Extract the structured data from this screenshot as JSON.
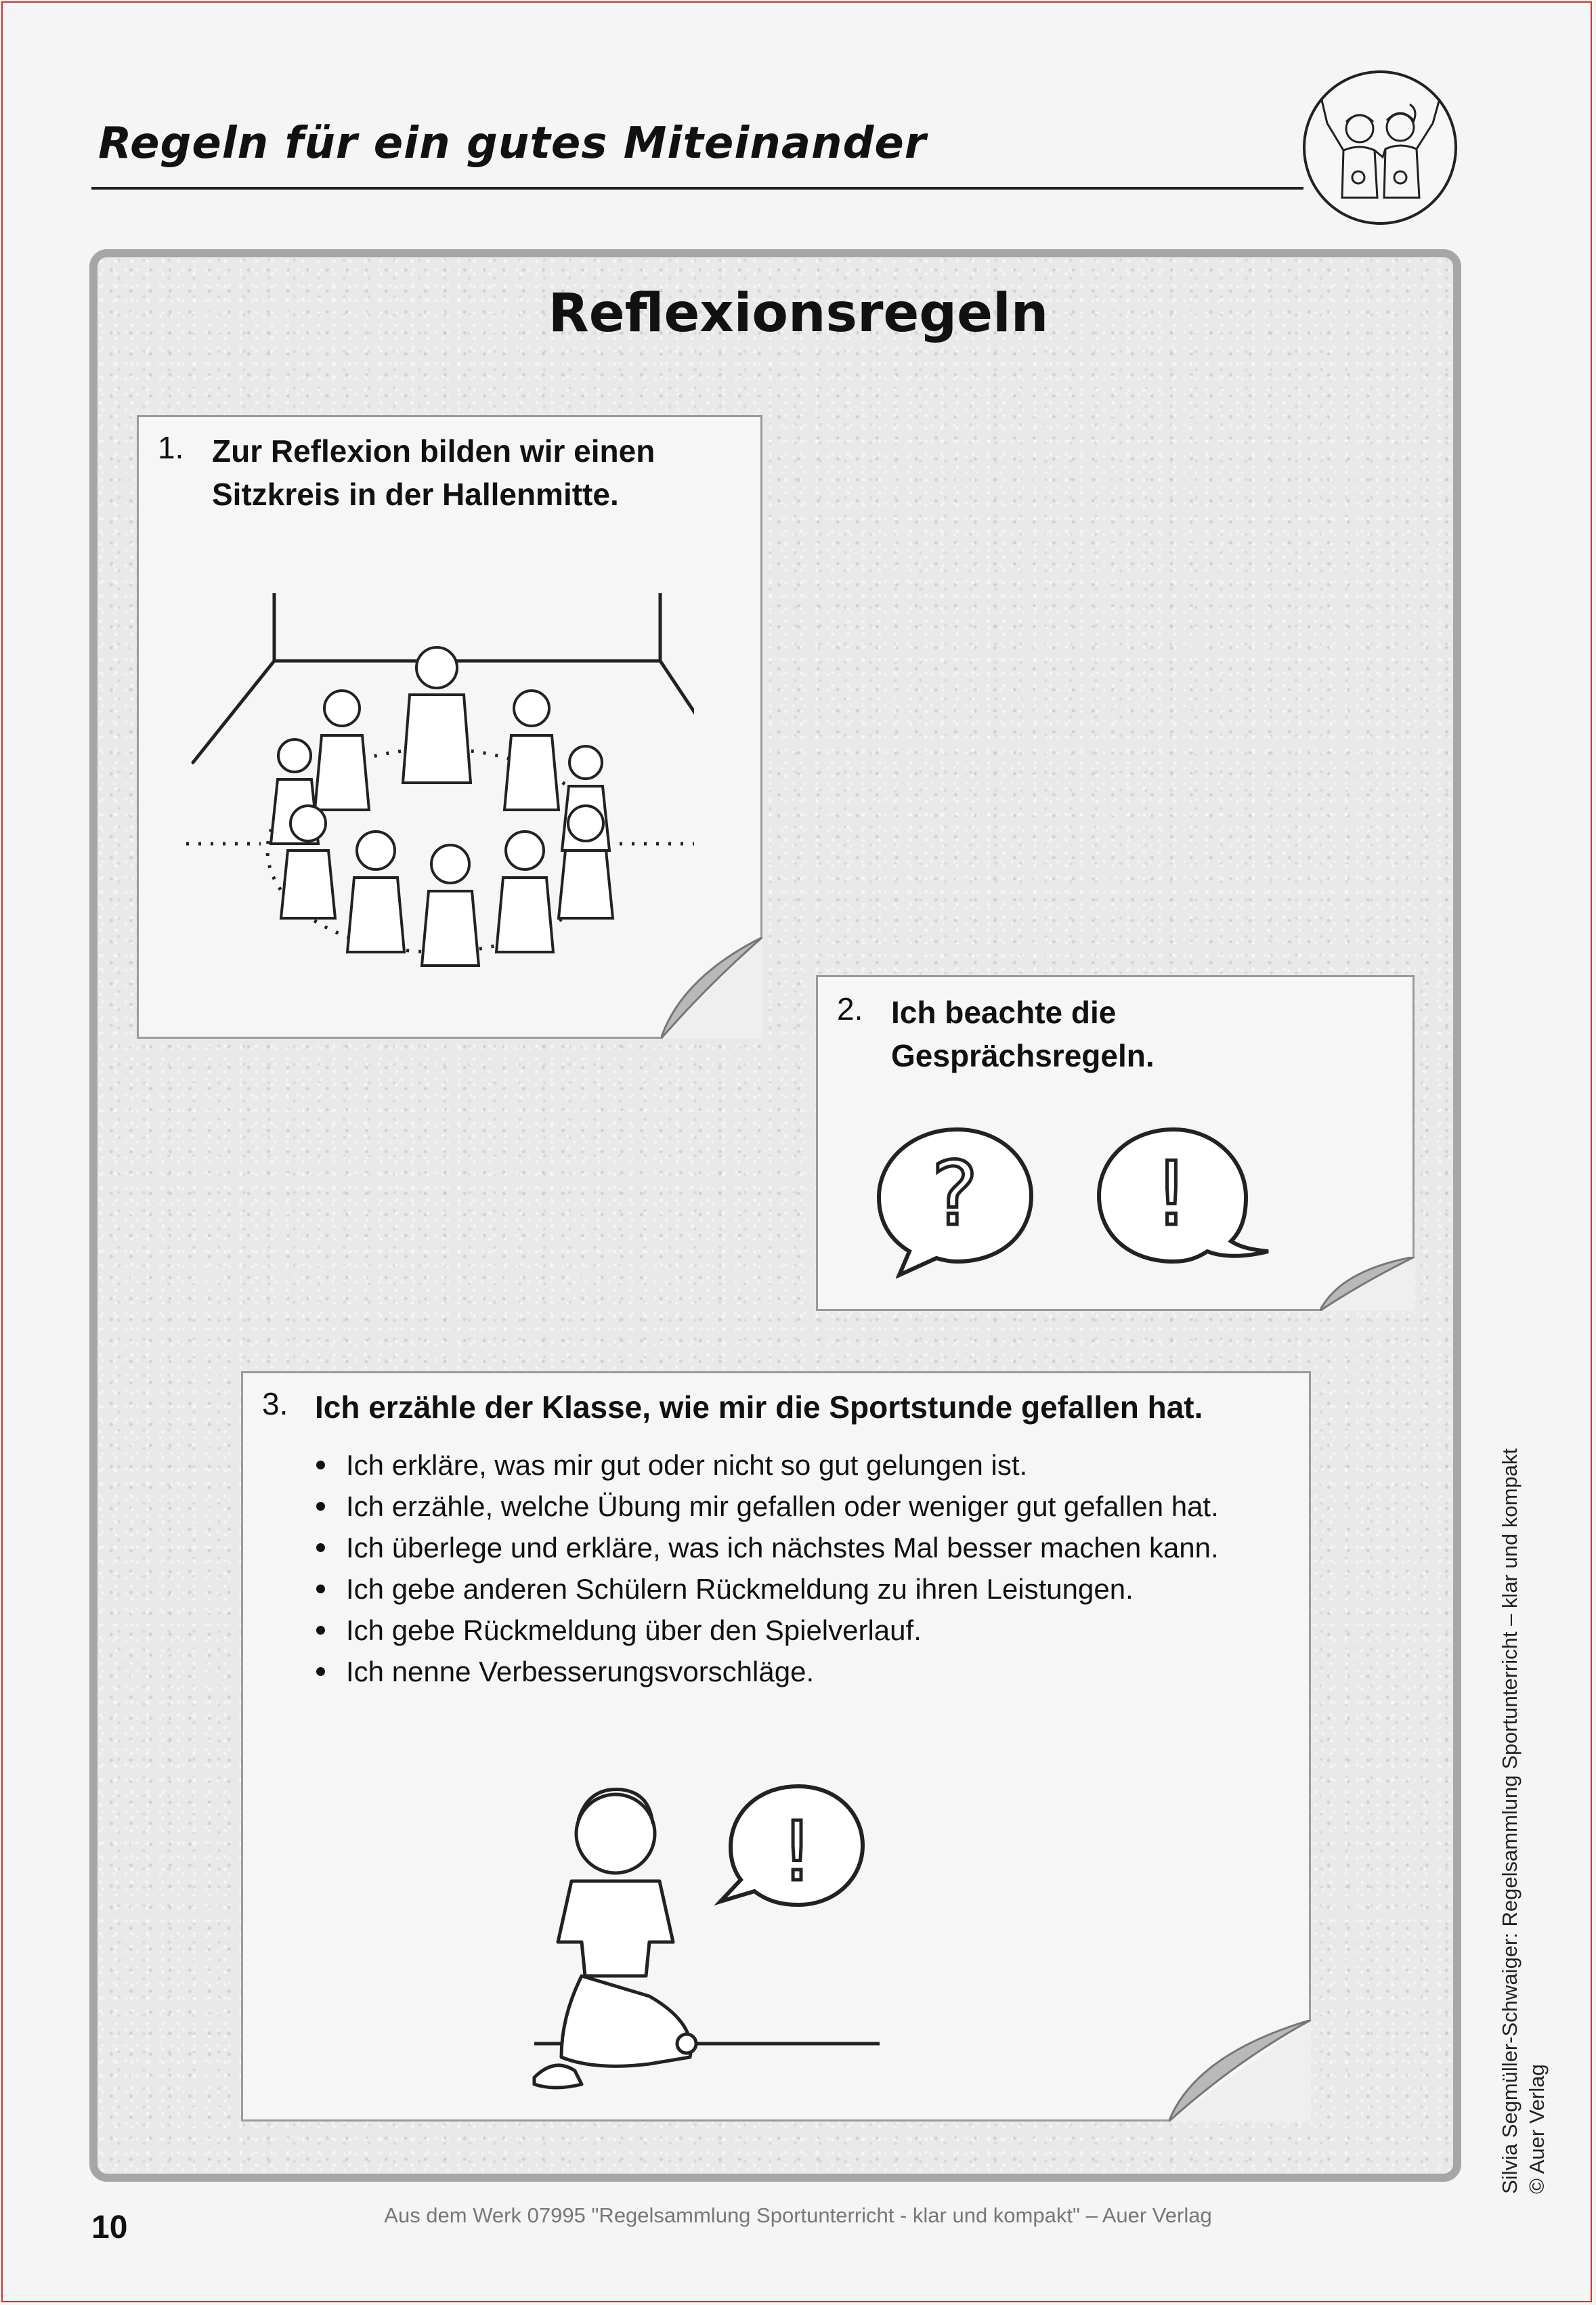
{
  "header": {
    "title": "Regeln für ein gutes Miteinander"
  },
  "main": {
    "title": "Reflexionsregeln",
    "rules": [
      {
        "number": "1.",
        "line1": "Zur Reflexion bilden wir einen",
        "line2": "Sitzkreis in der Hallenmitte."
      },
      {
        "number": "2.",
        "line1": "Ich beachte die",
        "line2": "Gesprächsregeln."
      },
      {
        "number": "3.",
        "text": "Ich erzähle der Klasse, wie mir die Sportstunde gefallen hat.",
        "bullets": [
          "Ich erkläre, was mir gut oder nicht so gut gelungen ist.",
          "Ich erzähle, welche Übung mir gefallen oder weniger gut gefallen hat.",
          "Ich überlege und erkläre, was ich nächstes Mal besser machen kann.",
          "Ich gebe anderen Schülern Rückmeldung zu ihren Leistungen.",
          "Ich gebe Rückmeldung über den Spielverlauf.",
          "Ich nenne Verbesserungsvorschläge."
        ]
      }
    ],
    "speech_symbols": [
      "?",
      "!",
      "!"
    ]
  },
  "footer": {
    "page_number": "10",
    "source": "Aus dem Werk 07995 \"Regelsammlung Sportunterricht - klar und kompakt\" – Auer Verlag",
    "credit_line1": "Silvia Segmüller-Schwaiger: Regelsammlung Sportunterricht – klar und kompakt",
    "credit_line2": "© Auer Verlag"
  }
}
